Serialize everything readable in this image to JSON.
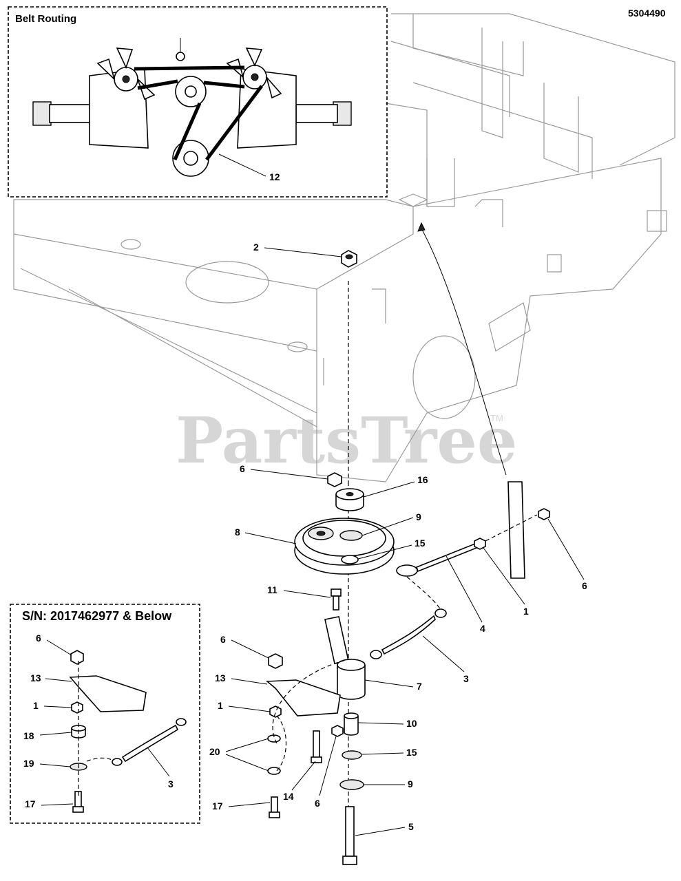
{
  "document_number": "5304490",
  "watermark": {
    "text": "PartsTree",
    "tm": "TM"
  },
  "belt_routing_box": {
    "title": "Belt Routing",
    "callout": "12"
  },
  "sn_box": {
    "title": "S/N: 2017462977 & Below",
    "callouts": [
      "6",
      "13",
      "1",
      "18",
      "19",
      "3",
      "17"
    ]
  },
  "main_callouts": {
    "c2": "2",
    "c6_top": "6",
    "c16": "16",
    "c9_top": "9",
    "c8": "8",
    "c15_top": "15",
    "c11": "11",
    "c4": "4",
    "c1_right": "1",
    "c6_right": "6",
    "c3_right": "3",
    "c6_mid": "6",
    "c13": "13",
    "c1_mid": "1",
    "c7": "7",
    "c10": "10",
    "c20": "20",
    "c15_bot": "15",
    "c14": "14",
    "c6_bot": "6",
    "c9_bot": "9",
    "c17": "17",
    "c5": "5"
  }
}
